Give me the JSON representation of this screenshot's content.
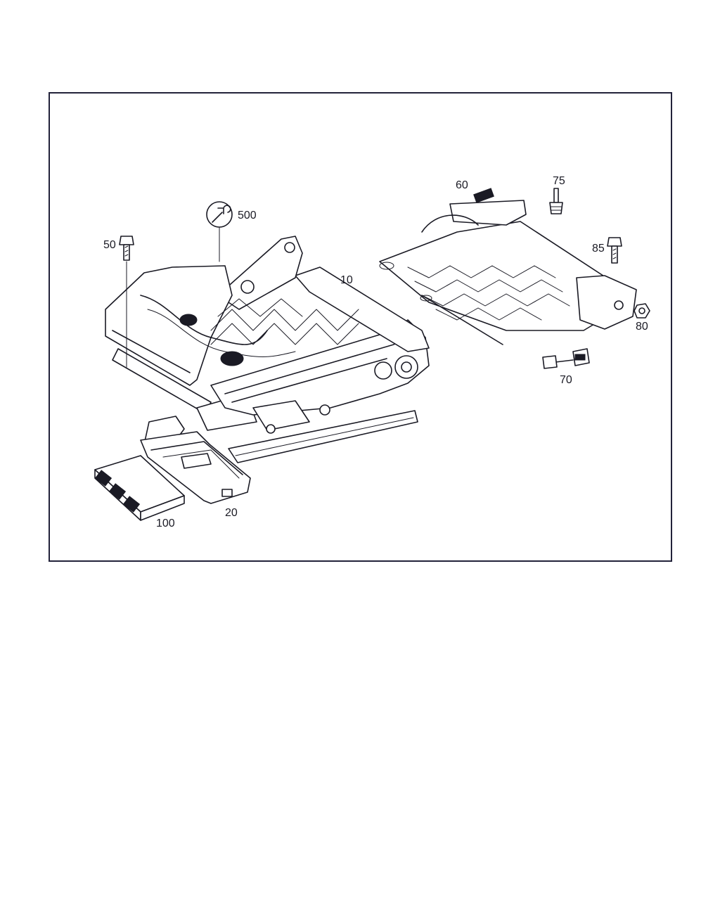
{
  "diagram": {
    "callouts": {
      "c10": "10",
      "c20": "20",
      "c50": "50",
      "c60": "60",
      "c70": "70",
      "c75": "75",
      "c80": "80",
      "c85": "85",
      "c100": "100",
      "c500": "500"
    },
    "icons": {
      "tool_symbol": "wrench-icon"
    },
    "colors": {
      "line": "#1a1a24",
      "frame": "#22223a"
    }
  }
}
